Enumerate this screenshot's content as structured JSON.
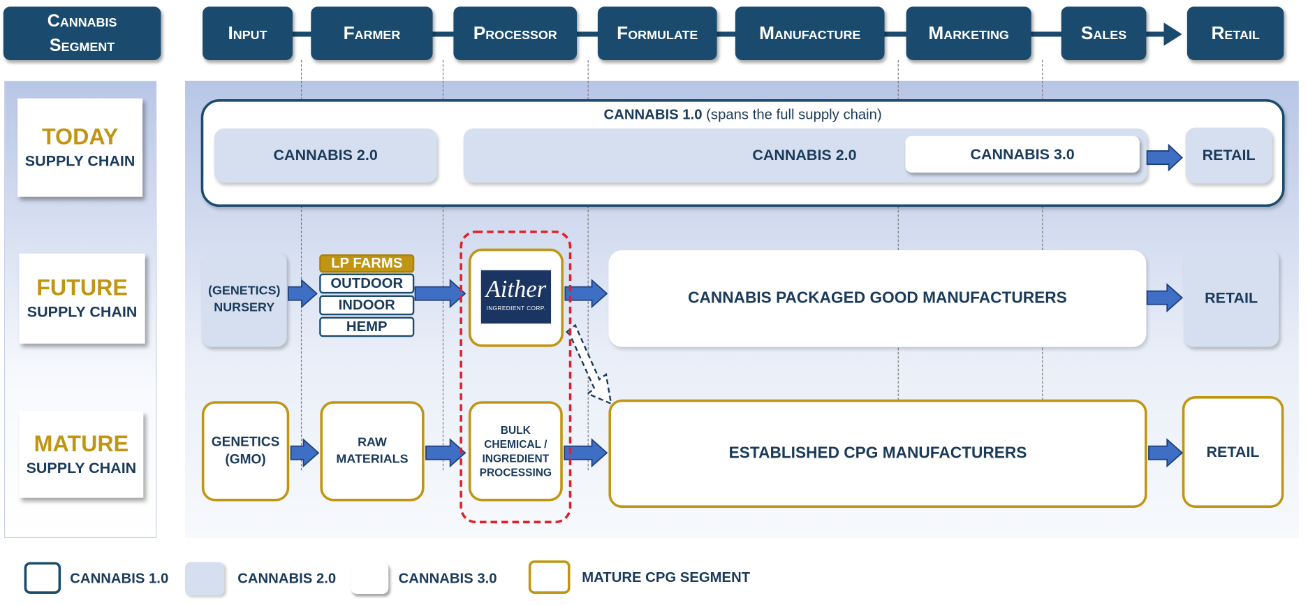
{
  "header": {
    "segment_label": "Cannabis Segment",
    "stages": [
      "Input",
      "Farmer",
      "Processor",
      "Formulate",
      "Manufacture",
      "Marketing",
      "Sales",
      "Retail"
    ]
  },
  "rows": {
    "today": {
      "big": "TODAY",
      "small": "SUPPLY CHAIN"
    },
    "future": {
      "big": "FUTURE",
      "small": "SUPPLY CHAIN"
    },
    "mature": {
      "big": "MATURE",
      "small": "SUPPLY CHAIN"
    }
  },
  "today": {
    "c1_title": "CANNABIS 1.0",
    "c1_note": "(spans the full supply chain)",
    "c2_left": "CANNABIS 2.0",
    "c2_right": "CANNABIS 2.0",
    "c3": "CANNABIS 3.0",
    "retail": "RETAIL"
  },
  "future": {
    "nursery_line1": "(GENETICS)",
    "nursery_line2": "NURSERY",
    "farms": [
      "LP FARMS",
      "OUTDOOR",
      "INDOOR",
      "HEMP"
    ],
    "logo_name": "Aither",
    "logo_sub": "INGREDIENT CORP.",
    "manufacturers": "CANNABIS PACKAGED GOOD MANUFACTURERS",
    "retail": "RETAIL"
  },
  "mature": {
    "genetics_line1": "GENETICS",
    "genetics_line2": "(GMO)",
    "raw_line1": "RAW",
    "raw_line2": "MATERIALS",
    "bulk_lines": [
      "BULK",
      "CHEMICAL /",
      "INGREDIENT",
      "PROCESSING"
    ],
    "manufacturers": "ESTABLISHED CPG MANUFACTURERS",
    "retail": "RETAIL"
  },
  "legend": {
    "c1": "CANNABIS 1.0",
    "c2": "CANNABIS 2.0",
    "c3": "CANNABIS 3.0",
    "mature": "MATURE CPG SEGMENT"
  },
  "colors": {
    "navy": "#1a4b6e",
    "gold": "#c09512",
    "light_blue": "#d6dff0",
    "arrow_blue": "#3f6fc4",
    "highlight_red": "#e0202a"
  }
}
